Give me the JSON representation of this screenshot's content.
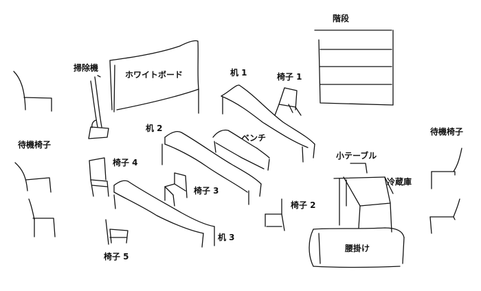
{
  "labels": {
    "stairs": "階段",
    "whiteboard": "ホワイトボード",
    "vacuum": "掃除機",
    "desk1": "机 1",
    "chair1": "椅子 1",
    "desk2": "机 2",
    "bench": "ベンチ",
    "waiting_left": "待機椅子",
    "waiting_right": "待機椅子",
    "chair4": "椅子 4",
    "chair3": "椅子 3",
    "small_table": "小テーブル",
    "fridge": "冷蔵庫",
    "chair2": "椅子 2",
    "desk3": "机 3",
    "chair5": "椅子 5",
    "sofa": "腰掛け"
  }
}
